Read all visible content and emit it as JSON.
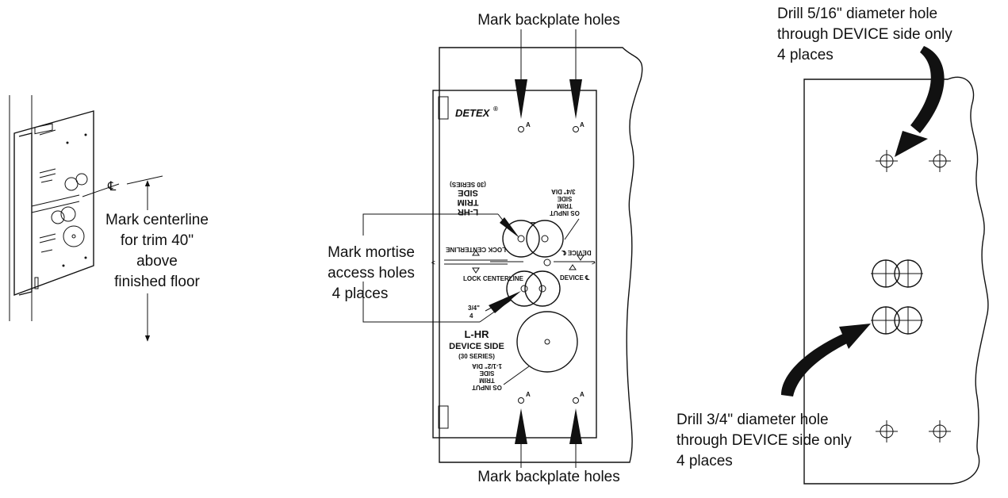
{
  "left_view": {
    "centerline_symbol": "℄",
    "label_lines": [
      "Mark centerline",
      "for trim 40\"",
      "above",
      "finished floor"
    ]
  },
  "middle_view": {
    "top_label": "Mark backplate holes",
    "bottom_label": "Mark backplate holes",
    "mortise_label_lines": [
      "Mark mortise",
      "access holes",
      "4 places"
    ],
    "template": {
      "brand": "DETEX",
      "registered": "®",
      "hole_letter": "A",
      "trim_side_title": [
        "L-HR",
        "TRIM",
        "SIDE",
        "(30 SERIES)"
      ],
      "os_input_top": [
        "OS INPUT",
        "TRIM",
        "SIDE",
        "3/4\"",
        "DIA"
      ],
      "lock_centerline_upper": "LOCK CENTERLINE",
      "lock_centerline_lower": "LOCK CENTERLINE",
      "device_cl_upper": "DEVICE ℄",
      "device_cl_lower": "DEVICE ℄",
      "three_quarter": [
        "3/4\"",
        "4"
      ],
      "device_side_title": [
        "L-HR",
        "DEVICE SIDE",
        "(30 SERIES)"
      ],
      "os_input_bottom": [
        "OS INPUT",
        "TRIM",
        "SIDE",
        "1-1/2\"",
        "DIA"
      ]
    }
  },
  "right_view": {
    "top_label_lines": [
      "Drill 5/16\" diameter hole",
      "through DEVICE side only",
      "4 places"
    ],
    "bottom_label_lines": [
      "Drill 3/4\" diameter hole",
      "through DEVICE side only",
      "4 places"
    ]
  }
}
